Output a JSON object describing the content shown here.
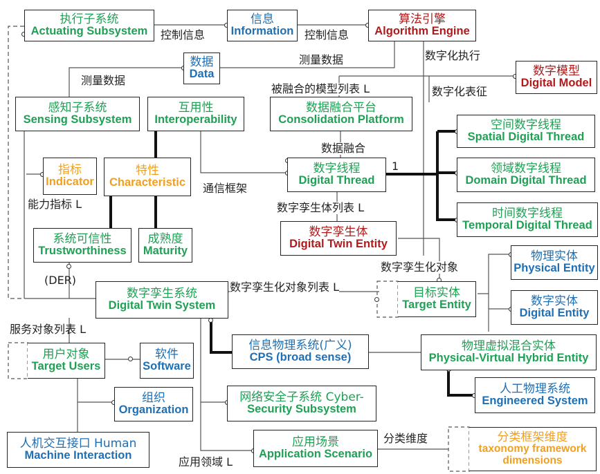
{
  "nodes": {
    "actuating": {
      "zh": "执行子系统",
      "en": "Actuating Subsystem"
    },
    "information": {
      "zh": "信息",
      "en": "Information"
    },
    "algorithm": {
      "zh": "算法引擎",
      "en": "Algorithm Engine"
    },
    "data": {
      "zh": "数据",
      "en": "Data"
    },
    "digital_model": {
      "zh": "数字模型",
      "en": "Digital Model"
    },
    "sensing": {
      "zh": "感知子系统",
      "en": "Sensing Subsystem"
    },
    "interoperability": {
      "zh": "互用性",
      "en": "Interoperability"
    },
    "consolidation": {
      "zh": "数据融合平台",
      "en": "Consolidation Platform"
    },
    "spatial_thread": {
      "zh": "空间数字线程",
      "en": "Spatial Digital Thread"
    },
    "indicator": {
      "zh": "指标",
      "en": "Indicator"
    },
    "characteristic": {
      "zh": "特性",
      "en": "Characteristic"
    },
    "digital_thread": {
      "zh": "数字线程",
      "en": "Digital Thread"
    },
    "domain_thread": {
      "zh": "领域数字线程",
      "en": "Domain Digital Thread"
    },
    "temporal_thread": {
      "zh": "时间数字线程",
      "en": "Temporal Digital Thread"
    },
    "trustworthiness": {
      "zh": "系统可信性",
      "en": "Trustworthiness"
    },
    "maturity": {
      "zh": "成熟度",
      "en": "Maturity"
    },
    "dt_entity": {
      "zh": "数字孪生体",
      "en": "Digital Twin Entity"
    },
    "physical_entity": {
      "zh": "物理实体",
      "en": "Physical Entity"
    },
    "dt_system": {
      "zh": "数字孪生系统",
      "en": "Digital Twin System"
    },
    "target_entity": {
      "zh": "目标实体",
      "en": "Target Entity"
    },
    "digital_entity": {
      "zh": "数字实体",
      "en": "Digital Entity"
    },
    "target_users": {
      "zh": "用户对象",
      "en": "Target Users"
    },
    "software": {
      "zh": "软件",
      "en": "Software"
    },
    "cps": {
      "zh": "信息物理系统(广义)",
      "en": "CPS (broad sense)"
    },
    "hybrid": {
      "zh": "物理虚拟混合实体",
      "en": "Physical-Virtual Hybrid Entity"
    },
    "organization": {
      "zh": "组织",
      "en": "Organization"
    },
    "cyber_security": {
      "zh": "网络安全子系统 Cyber-",
      "en": "Security Subsystem"
    },
    "engineered": {
      "zh": "人工物理系统",
      "en": "Engineered System"
    },
    "hmi": {
      "zh": "人机交互接口 Human",
      "en": "Machine Interaction"
    },
    "app_scenario": {
      "zh": "应用场景",
      "en": "Application Scenario"
    },
    "taxonomy": {
      "zh": "分类框架维度",
      "en": "taxonomy framework dimensions"
    }
  },
  "labels": {
    "control_info_1": "控制信息",
    "control_info_2": "控制信息",
    "measure_data_1": "测量数据",
    "measure_data_2": "测量数据",
    "digital_exec": "数字化执行",
    "model_list": "被融合的模型列表 L",
    "digital_repr": "数字化表征",
    "data_fusion": "数据融合",
    "one": "1",
    "comm_framework": "通信框架",
    "capability_indicator": "能力指标 L",
    "dte_list": "数字孪生体列表 L",
    "twin_object": "数字孪生化对象",
    "der": "(DER)",
    "twin_object_list": "数字孪生化对象列表 L",
    "service_list": "服务对象列表 L",
    "classification_dim": "分类维度",
    "app_domain": "应用领域 L"
  }
}
